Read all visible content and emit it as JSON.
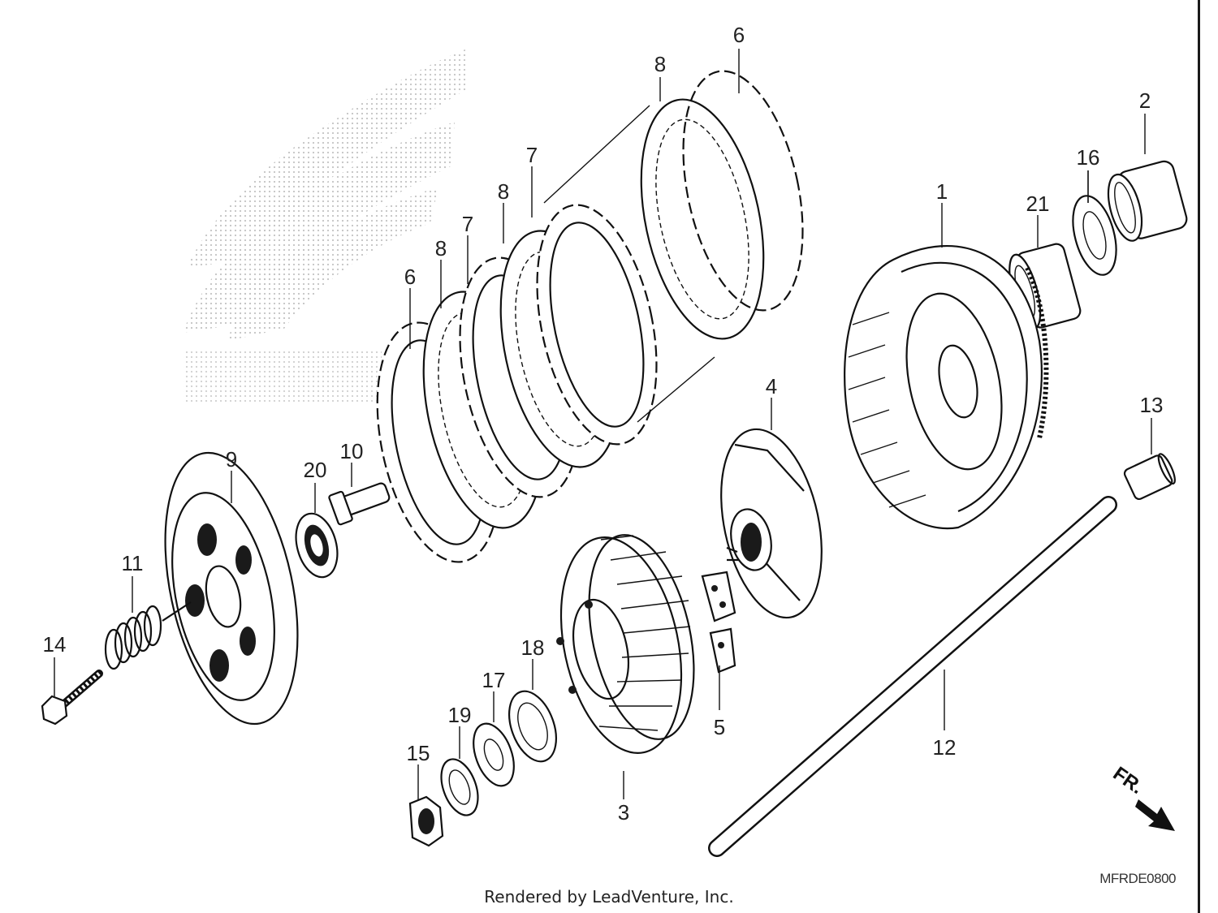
{
  "diagram": {
    "callouts": [
      {
        "id": "1",
        "label": "1"
      },
      {
        "id": "2",
        "label": "2"
      },
      {
        "id": "3",
        "label": "3"
      },
      {
        "id": "4",
        "label": "4"
      },
      {
        "id": "5",
        "label": "5"
      },
      {
        "id": "6a",
        "label": "6"
      },
      {
        "id": "6b",
        "label": "6"
      },
      {
        "id": "7a",
        "label": "7"
      },
      {
        "id": "7b",
        "label": "7"
      },
      {
        "id": "8a",
        "label": "8"
      },
      {
        "id": "8b",
        "label": "8"
      },
      {
        "id": "8c",
        "label": "8"
      },
      {
        "id": "9",
        "label": "9"
      },
      {
        "id": "10",
        "label": "10"
      },
      {
        "id": "11",
        "label": "11"
      },
      {
        "id": "12",
        "label": "12"
      },
      {
        "id": "13",
        "label": "13"
      },
      {
        "id": "14",
        "label": "14"
      },
      {
        "id": "15",
        "label": "15"
      },
      {
        "id": "16",
        "label": "16"
      },
      {
        "id": "17",
        "label": "17"
      },
      {
        "id": "18",
        "label": "18"
      },
      {
        "id": "19",
        "label": "19"
      },
      {
        "id": "20",
        "label": "20"
      },
      {
        "id": "21",
        "label": "21"
      }
    ],
    "direction_label": "FR.",
    "diagram_code": "MFRDE0800",
    "footer": "Rendered by LeadVenture, Inc."
  }
}
